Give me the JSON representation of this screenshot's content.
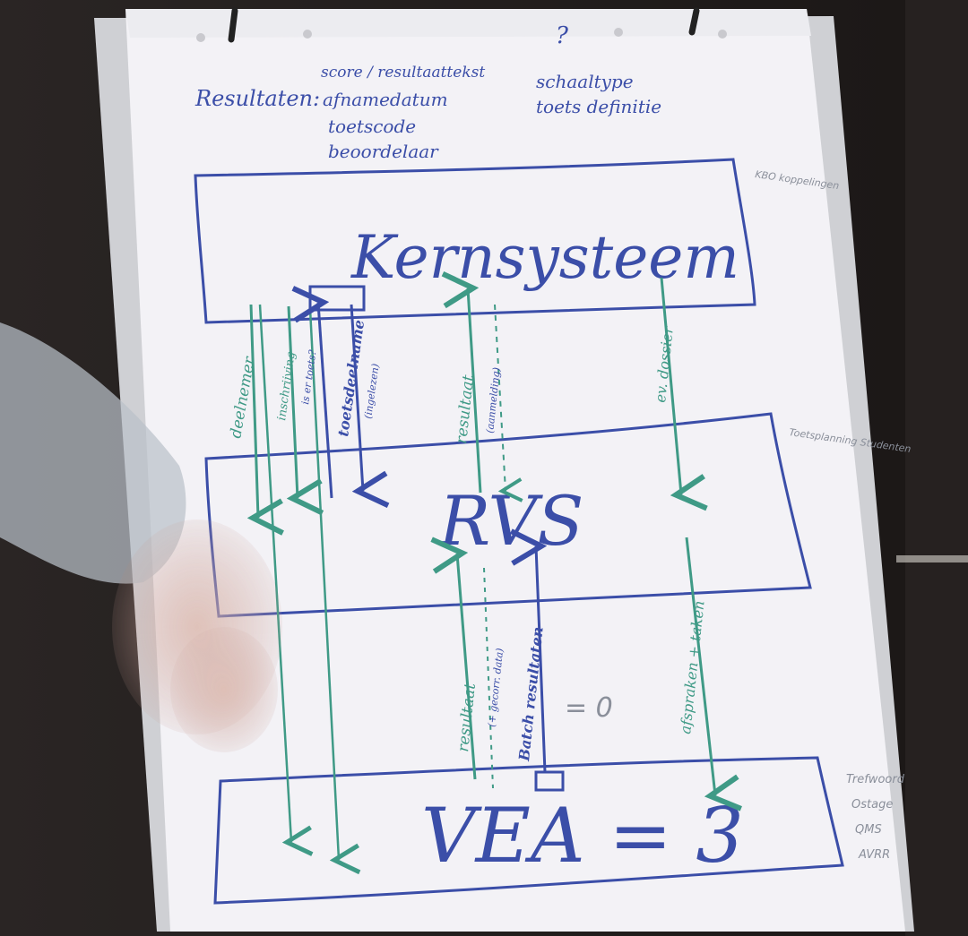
{
  "flipchart": {
    "question_mark": "?",
    "header": {
      "label": "Resultaten:",
      "items": [
        "score / resultaattekst",
        "afnamedatum",
        "toetscode",
        "beoordelaar"
      ],
      "right_items": [
        "schaaltype",
        "toets definitie"
      ]
    },
    "boxes": {
      "top": "Kernsysteem",
      "middle": "RVS",
      "bottom": "VEA = 3"
    },
    "arrow_labels": {
      "a1": "deelnemer",
      "a2": "inschrijving",
      "a3": "is er toets?",
      "a4": "toetsdeelname",
      "a4b": "(ingelezen)",
      "a5": "resultaat",
      "a5b": "(aanmelding)",
      "a6": "ev. dossier",
      "b1": "resultaat",
      "b2": "(+ gecorr. data)",
      "b3": "Batch resultaten",
      "b4": "afspraken + taken"
    },
    "equals_mark": "= 0",
    "side_notes": {
      "top_right": "KBO koppelingen",
      "middle_right": "Toetsplanning Studenten",
      "bottom_right": [
        "Trefwoord",
        "Ostage",
        "QMS",
        "AVRR"
      ]
    }
  },
  "colors": {
    "marker_blue": "#3b4ea8",
    "marker_green": "#3f9a86",
    "paper": "#f3f2f6"
  }
}
